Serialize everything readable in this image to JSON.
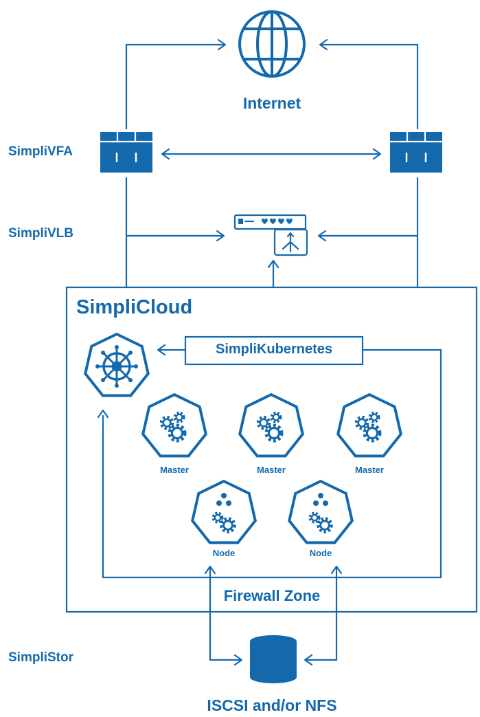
{
  "colors": {
    "primary": "#1469ad"
  },
  "labels": {
    "internet": "Internet",
    "simplivfa": "SimpliVFA",
    "simplivlb": "SimpliVLB",
    "simplicloud": "SimpliCloud",
    "simplikubernetes": "SimpliKubernetes",
    "master": "Master",
    "node": "Node",
    "firewall_zone": "Firewall Zone",
    "simplistor": "SimpliStor",
    "storage": "ISCSI and/or NFS"
  },
  "icons": {
    "internet": "globe-icon",
    "firewall": "firewall-icon",
    "load_balancer": "load-balancer-icon",
    "kubernetes": "kubernetes-helm-icon",
    "master": "gears-heptagon-icon",
    "node": "node-heptagon-icon",
    "storage": "database-cylinder-icon"
  }
}
